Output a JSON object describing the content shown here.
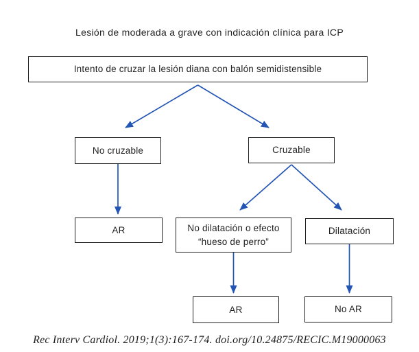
{
  "title": "Lesión de moderada a grave con indicación clínica para ICP",
  "flowchart": {
    "root": "Intento de cruzar la lesión diana con balón semidistensible",
    "no_cruzable": "No cruzable",
    "cruzable": "Cruzable",
    "ar_no_cruzable": "AR",
    "no_dilatacion": "No dilatación o efecto\n“hueso de perro”",
    "dilatacion": "Dilatación",
    "ar_bottom": "AR",
    "no_ar": "No AR"
  },
  "citation": "Rec Interv Cardiol. 2019;1(3):167-174. doi.org/10.24875/RECIC.M19000063",
  "colors": {
    "arrow": "#2355b4",
    "border": "#1f1f1f",
    "text": "#1f1f1f",
    "background": "#ffffff"
  }
}
